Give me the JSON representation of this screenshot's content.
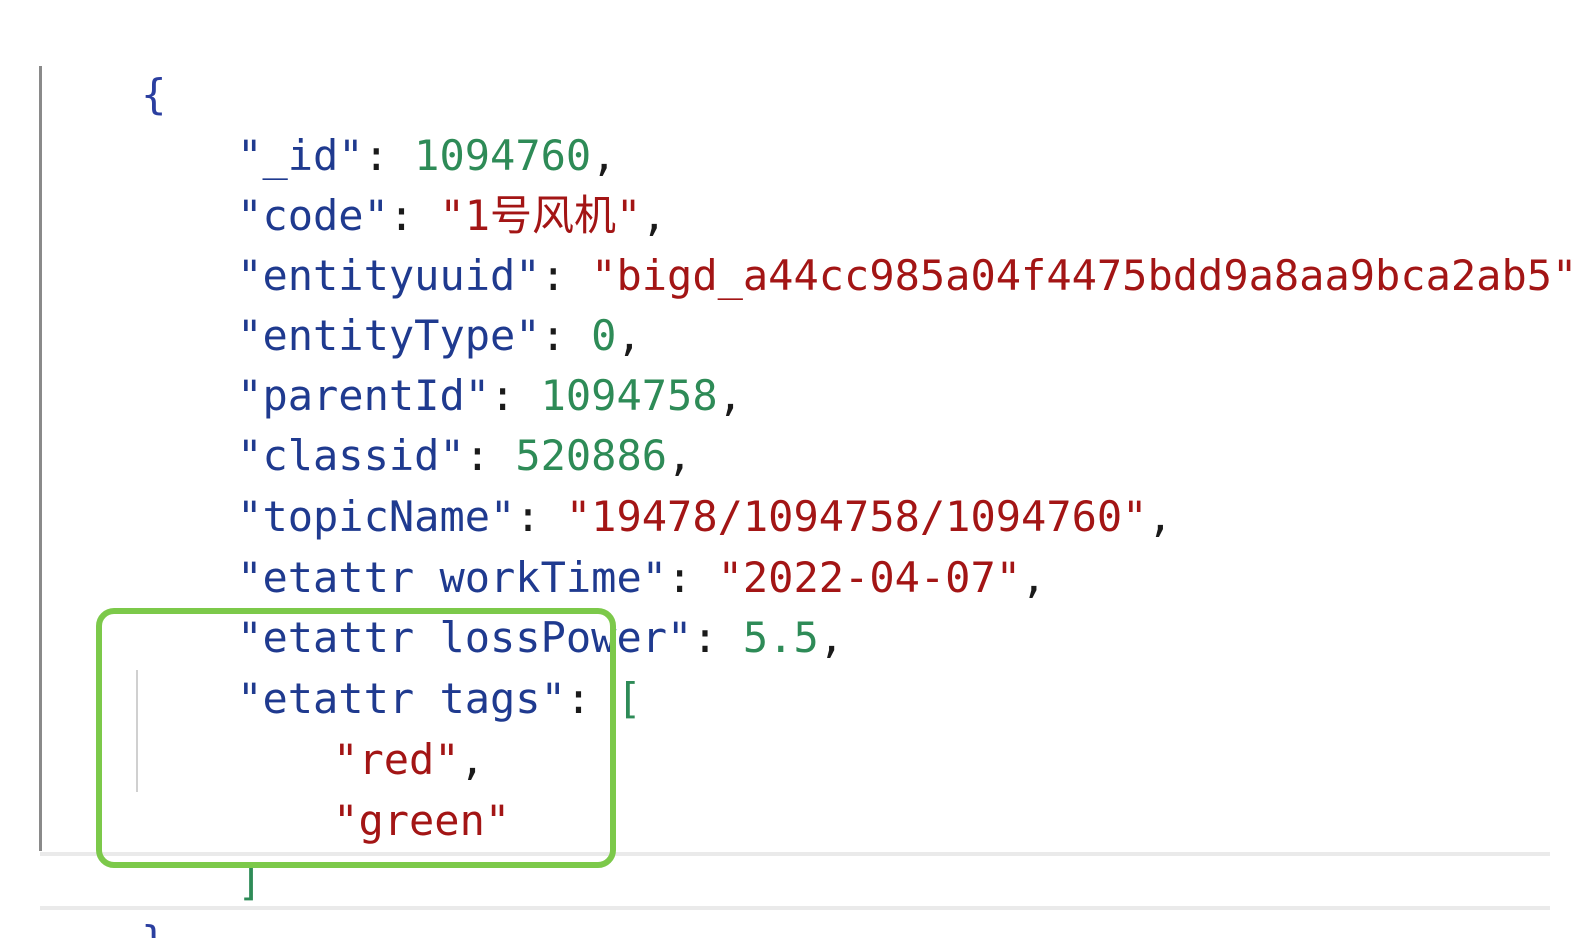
{
  "json_doc": {
    "open_brace": "{",
    "close_brace": "}",
    "fields": [
      {
        "key": "\"_id\"",
        "value": "1094760",
        "type": "number"
      },
      {
        "key": "\"code\"",
        "value": "\"1号风机\"",
        "type": "string"
      },
      {
        "key": "\"entityuuid\"",
        "value": "\"bigd_a44cc985a04f4475bdd9a8aa9bca2ab5\"",
        "type": "string"
      },
      {
        "key": "\"entityType\"",
        "value": "0",
        "type": "number"
      },
      {
        "key": "\"parentId\"",
        "value": "1094758",
        "type": "number"
      },
      {
        "key": "\"classid\"",
        "value": "520886",
        "type": "number"
      },
      {
        "key": "\"topicName\"",
        "value": "\"19478/1094758/1094760\"",
        "type": "string"
      },
      {
        "key": "\"etattr workTime\"",
        "value": "\"2022-04-07\"",
        "type": "string"
      },
      {
        "key": "\"etattr lossPower\"",
        "value": "5.5",
        "type": "number"
      }
    ],
    "array_field": {
      "key": "\"etattr tags\"",
      "open_bracket": "[",
      "close_bracket": "]",
      "items": [
        "\"red\"",
        "\"green\""
      ]
    },
    "separators": {
      "colon": ": ",
      "comma": ","
    }
  },
  "colors": {
    "key": "#1f3a8f",
    "string": "#a31515",
    "number": "#2e8b57",
    "highlight_border": "#7cc94a"
  }
}
